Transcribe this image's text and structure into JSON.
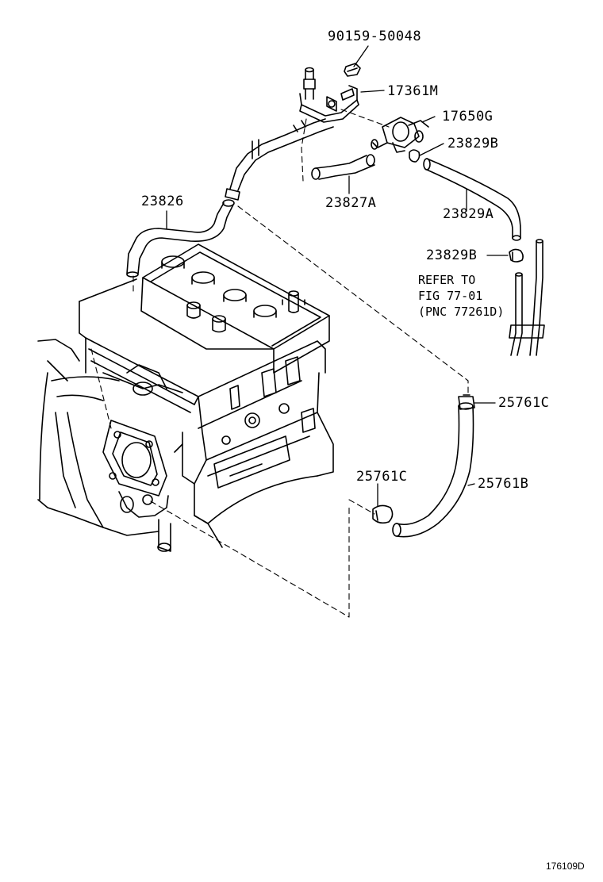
{
  "parts": {
    "p90159_50048": "90159-50048",
    "p17361M": "17361M",
    "p17650G": "17650G",
    "p23829B_top": "23829B",
    "p23826": "23826",
    "p23827A": "23827A",
    "p23829A": "23829A",
    "p23829B_mid": "23829B",
    "p25761C_right": "25761C",
    "p25761C_left": "25761C",
    "p25761B": "25761B"
  },
  "note": {
    "line1": "REFER TO",
    "line2": "FIG 77-01",
    "line3": "(PNC 77261D)"
  },
  "figure_id": "176109D"
}
